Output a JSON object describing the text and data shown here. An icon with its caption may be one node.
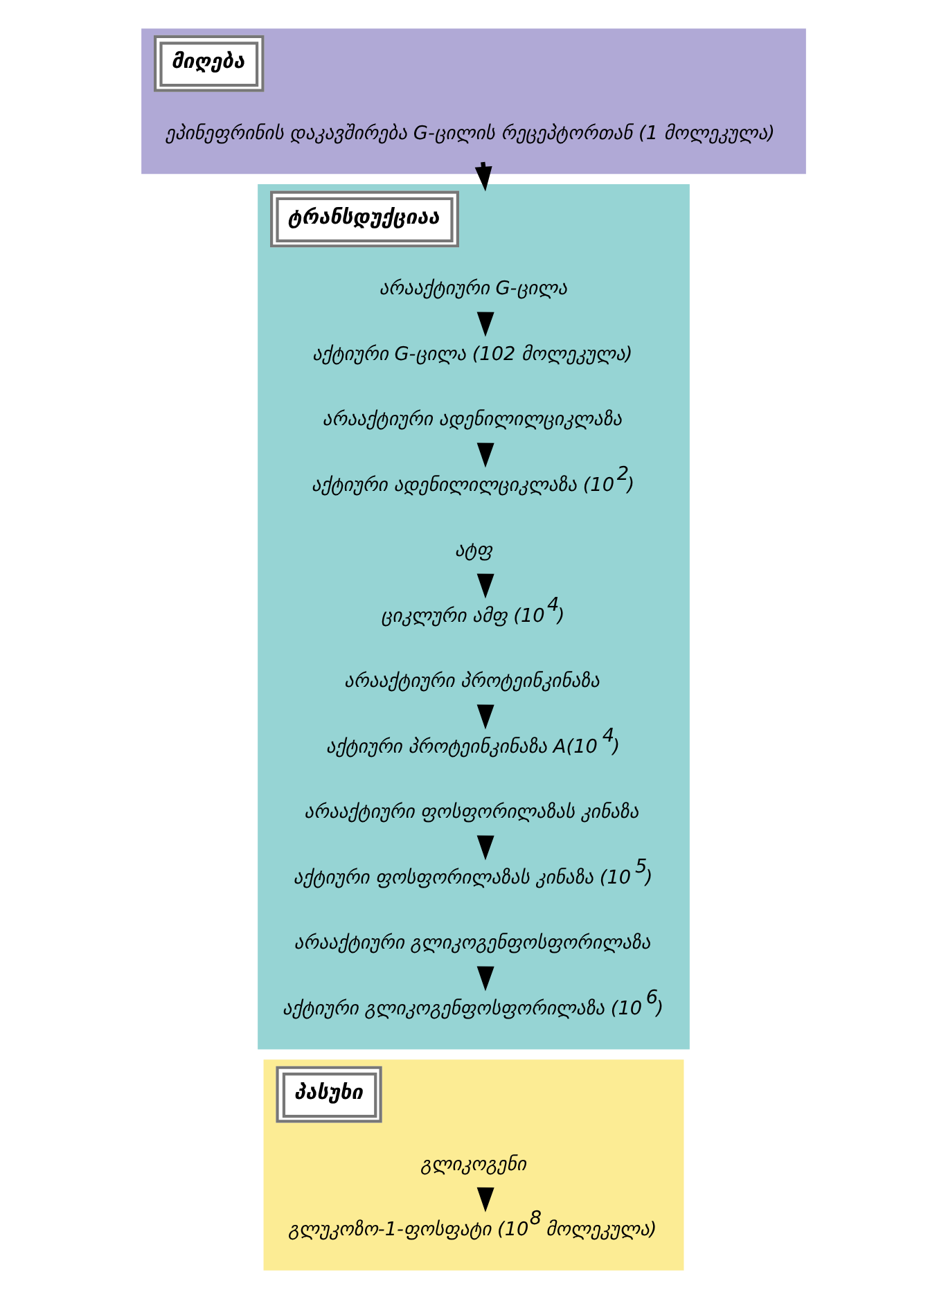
{
  "diagram": {
    "nodes": [
      {
        "text": [
          "მიღება"
        ]
      },
      {
        "text": [
          "ეპინეფრინის დაკავშირება G-ცილის რეცეპტორთან (1 მოლეკულა)"
        ],
        "in": 0
      },
      {
        "text": [
          "ტრანსდუქციაა"
        ]
      },
      {
        "text": [
          "არააქტიური G-ცილა"
        ],
        "in": 2
      },
      {
        "text": [
          "აქტიური G-ცილა (102 მოლეკულა)"
        ],
        "in": 2
      },
      {
        "text": [
          "არააქტიური ადენილილციკლაზა"
        ],
        "in": 2
      },
      {
        "text": [
          "აქტიური ადენილილციკლაზა (10$^{2}$)"
        ],
        "in": 2
      },
      {
        "text": [
          "ატფ"
        ],
        "in": 2
      },
      {
        "text": [
          "ციკლური ამფ (10$^{4}$)"
        ],
        "in": 2
      },
      {
        "text": [
          "არააქტიური პროტეინკინაზა"
        ],
        "in": 2
      },
      {
        "text": [
          "აქტიური პროტეინკინაზა A(10$^{4}$)"
        ],
        "in": 2
      },
      {
        "text": [
          "არააქტიური ფოსფორილაზას კინაზა"
        ],
        "in": 2
      },
      {
        "text": [
          "აქტიური ფოსფორილაზას კინაზა (10$^{5}$)"
        ],
        "in": 2
      },
      {
        "text": [
          "არააქტიური გლიკოგენფოსფორილაზა"
        ],
        "in": 2
      },
      {
        "text": [
          "აქტიური გლიკოგენფოსფორილაზა (10$^{6}$)"
        ],
        "in": 2
      },
      {
        "text": [
          "პასუხი"
        ]
      },
      {
        "text": [
          "გლიკოგენი"
        ],
        "in": 15
      },
      {
        "text": [
          "გლუკოზო-1-ფოსფატი (10$^{8}$ მოლეკულა)"
        ],
        "in": 15
      }
    ],
    "edges": [
      {
        "from": 1,
        "to": 2,
        "arrow": "to"
      },
      {
        "from": 3,
        "to": 4,
        "arrow": "to"
      },
      {
        "from": 5,
        "to": 6,
        "arrow": "to"
      },
      {
        "from": 7,
        "to": 8,
        "arrow": "to"
      },
      {
        "from": 9,
        "to": 10,
        "arrow": "to"
      },
      {
        "from": 11,
        "to": 12,
        "arrow": "to"
      },
      {
        "from": 13,
        "to": 14,
        "arrow": "to"
      },
      {
        "from": 16,
        "to": 17,
        "arrow": "to"
      }
    ]
  }
}
